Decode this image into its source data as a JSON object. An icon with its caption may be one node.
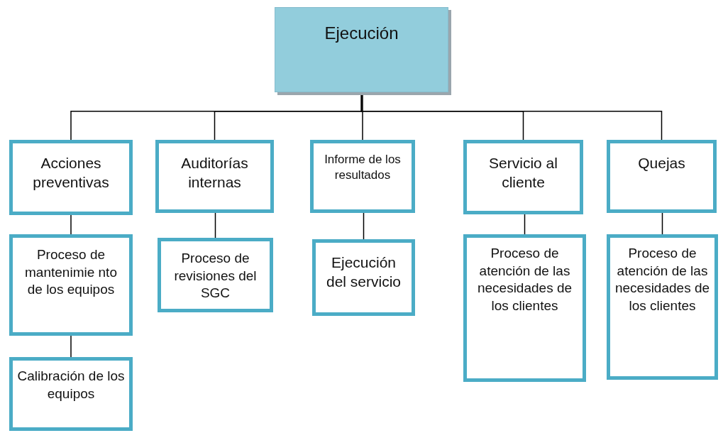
{
  "diagram": {
    "nodes": [
      {
        "text": [
          "Ejecución"
        ]
      },
      {
        "text": [
          "Acciones preventivas"
        ]
      },
      {
        "text": [
          "Auditorías internas"
        ]
      },
      {
        "text": [
          "Informe de los resultados"
        ]
      },
      {
        "text": [
          "Servicio al cliente"
        ]
      },
      {
        "text": [
          "Quejas"
        ]
      },
      {
        "text": [
          "Proceso de mantenimie nto de los equipos"
        ]
      },
      {
        "text": [
          "Calibración de los equipos"
        ]
      },
      {
        "text": [
          "Proceso de revisiones del SGC"
        ]
      },
      {
        "text": [
          "Ejecución del servicio"
        ]
      },
      {
        "text": [
          "Proceso de atención de las necesidades de los clientes"
        ]
      },
      {
        "text": [
          "Proceso de atención de las necesidades de los clientes"
        ]
      }
    ],
    "edges": [
      {
        "from": 0,
        "to": 1,
        "arrow": "none"
      },
      {
        "from": 0,
        "to": 2,
        "arrow": "none"
      },
      {
        "from": 0,
        "to": 3,
        "arrow": "none"
      },
      {
        "from": 0,
        "to": 4,
        "arrow": "none"
      },
      {
        "from": 0,
        "to": 5,
        "arrow": "none"
      },
      {
        "from": 1,
        "to": 6,
        "arrow": "none"
      },
      {
        "from": 6,
        "to": 7,
        "arrow": "none"
      },
      {
        "from": 2,
        "to": 8,
        "arrow": "none"
      },
      {
        "from": 3,
        "to": 9,
        "arrow": "none"
      },
      {
        "from": 4,
        "to": 10,
        "arrow": "none"
      },
      {
        "from": 5,
        "to": 11,
        "arrow": "none"
      }
    ]
  }
}
